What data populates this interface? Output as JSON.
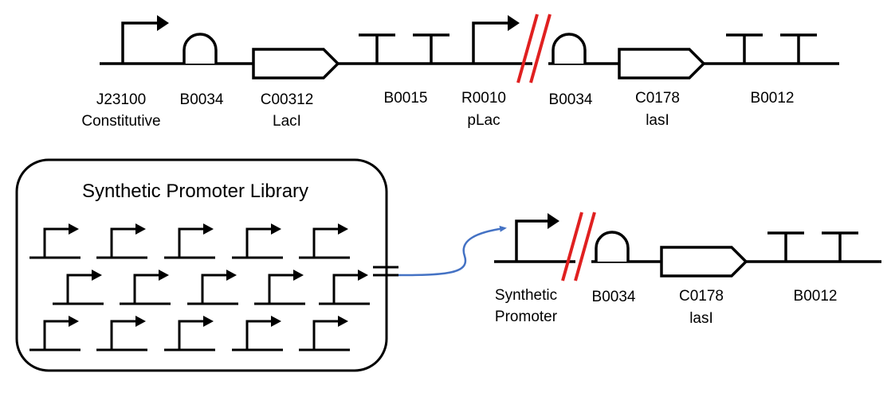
{
  "colors": {
    "line": "#000000",
    "cut_mark": "#e02020",
    "arrow": "#4472c4",
    "background": "#ffffff"
  },
  "top_construct": {
    "parts": [
      {
        "type": "promoter",
        "line1": "J23100",
        "line2": "Constitutive"
      },
      {
        "type": "rbs",
        "line1": "B0034",
        "line2": ""
      },
      {
        "type": "cds",
        "line1": "C00312",
        "line2": "LacI"
      },
      {
        "type": "terminator",
        "line1": "B0015",
        "line2": ""
      },
      {
        "type": "promoter",
        "line1": "R0010",
        "line2": "pLac"
      },
      {
        "type": "rbs",
        "line1": "B0034",
        "line2": ""
      },
      {
        "type": "cds",
        "line1": "C0178",
        "line2": "lasI"
      },
      {
        "type": "terminator",
        "line1": "B0012",
        "line2": ""
      }
    ]
  },
  "library": {
    "title": "Synthetic Promoter Library",
    "promoter_icon": "promoter-arrow-icon",
    "rows": [
      5,
      5,
      5
    ]
  },
  "bottom_construct": {
    "parts": [
      {
        "type": "promoter",
        "line1": "Synthetic",
        "line2": "Promoter"
      },
      {
        "type": "rbs",
        "line1": "B0034",
        "line2": ""
      },
      {
        "type": "cds",
        "line1": "C0178",
        "line2": "lasI"
      },
      {
        "type": "terminator",
        "line1": "B0012",
        "line2": ""
      }
    ]
  }
}
